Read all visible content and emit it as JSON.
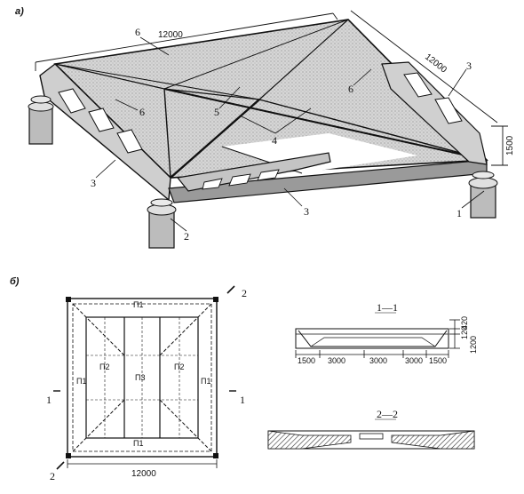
{
  "part_a": {
    "label": "a)",
    "dim_length": "12000",
    "dim_width": "12000",
    "dim_height": "1500",
    "callouts": [
      "1",
      "2",
      "3",
      "4",
      "5",
      "6"
    ]
  },
  "part_b": {
    "label": "б)",
    "plan": {
      "panels": {
        "p1": "П1",
        "p2": "П2",
        "p3": "П3"
      },
      "dim": "12000",
      "section_marks": {
        "one": "1",
        "two": "2"
      }
    },
    "section_1": {
      "title": "1—1",
      "spans": [
        "1500",
        "3000",
        "3000",
        "3000",
        "1500"
      ],
      "heights": [
        "420",
        "120",
        "1200"
      ]
    },
    "section_2": {
      "title": "2—2"
    }
  },
  "colors": {
    "ink": "#111111",
    "hatch": "#555555",
    "tone": "#bdbdbd"
  }
}
